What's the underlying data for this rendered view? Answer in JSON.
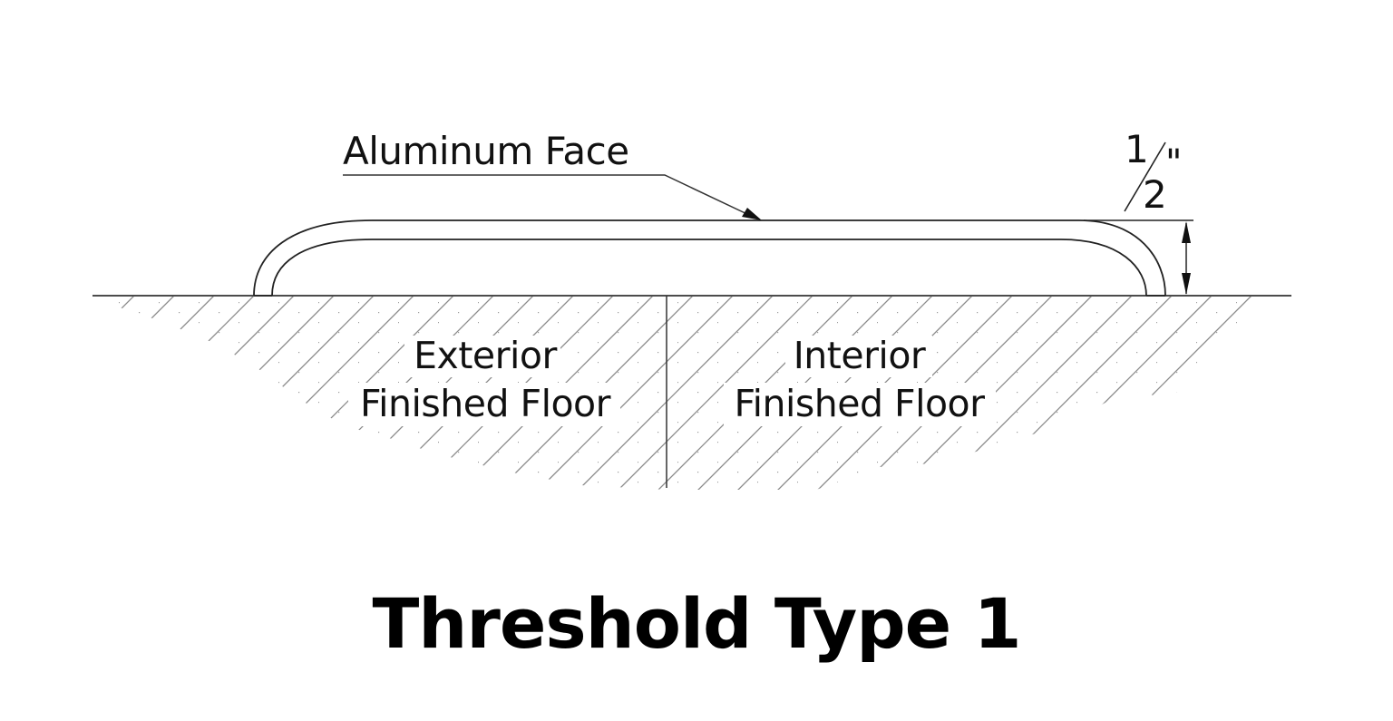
{
  "drawing": {
    "title": "Threshold Type 1",
    "callouts": [
      {
        "id": "aluminum-face",
        "label": "Aluminum Face"
      }
    ],
    "zones": [
      {
        "id": "exterior",
        "line1": "Exterior",
        "line2": "Finished Floor"
      },
      {
        "id": "interior",
        "line1": "Interior",
        "line2": "Finished Floor"
      }
    ],
    "dimension": {
      "numerator": "1",
      "denominator": "2",
      "unit_mark": "\"",
      "value": "1/2\""
    },
    "colors": {
      "line": "#222222",
      "hatch": "#8a8a8a",
      "text": "#111111",
      "background": "#ffffff"
    }
  }
}
